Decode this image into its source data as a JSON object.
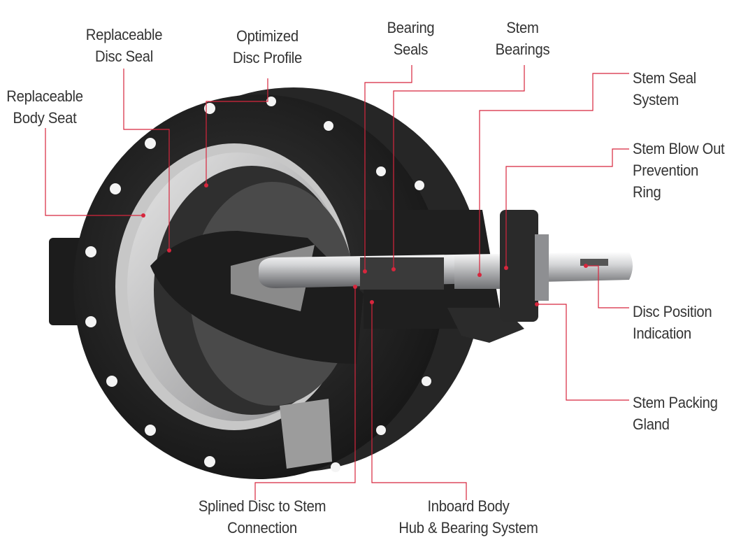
{
  "labels": {
    "replaceable_disc_seal": [
      "Replaceable",
      "Disc Seal"
    ],
    "optimized_disc_profile": [
      "Optimized",
      "Disc Profile"
    ],
    "bearing_seals": [
      "Bearing",
      "Seals"
    ],
    "stem_bearings": [
      "Stem",
      "Bearings"
    ],
    "replaceable_body_seat": [
      "Replaceable",
      "Body Seat"
    ],
    "stem_seal_system": [
      "Stem Seal",
      "System"
    ],
    "stem_blow_out": [
      "Stem Blow Out",
      "Prevention",
      "Ring"
    ],
    "disc_position": [
      "Disc Position",
      "Indication"
    ],
    "stem_packing": [
      "Stem Packing",
      "Gland"
    ],
    "splined_disc": [
      "Splined Disc to Stem",
      "Connection"
    ],
    "inboard_body": [
      "Inboard Body",
      "Hub & Bearing System"
    ]
  },
  "colors": {
    "leader": "#d7263d",
    "text": "#333333",
    "body": "#2a2a2a",
    "steel": "#c9cacc"
  }
}
